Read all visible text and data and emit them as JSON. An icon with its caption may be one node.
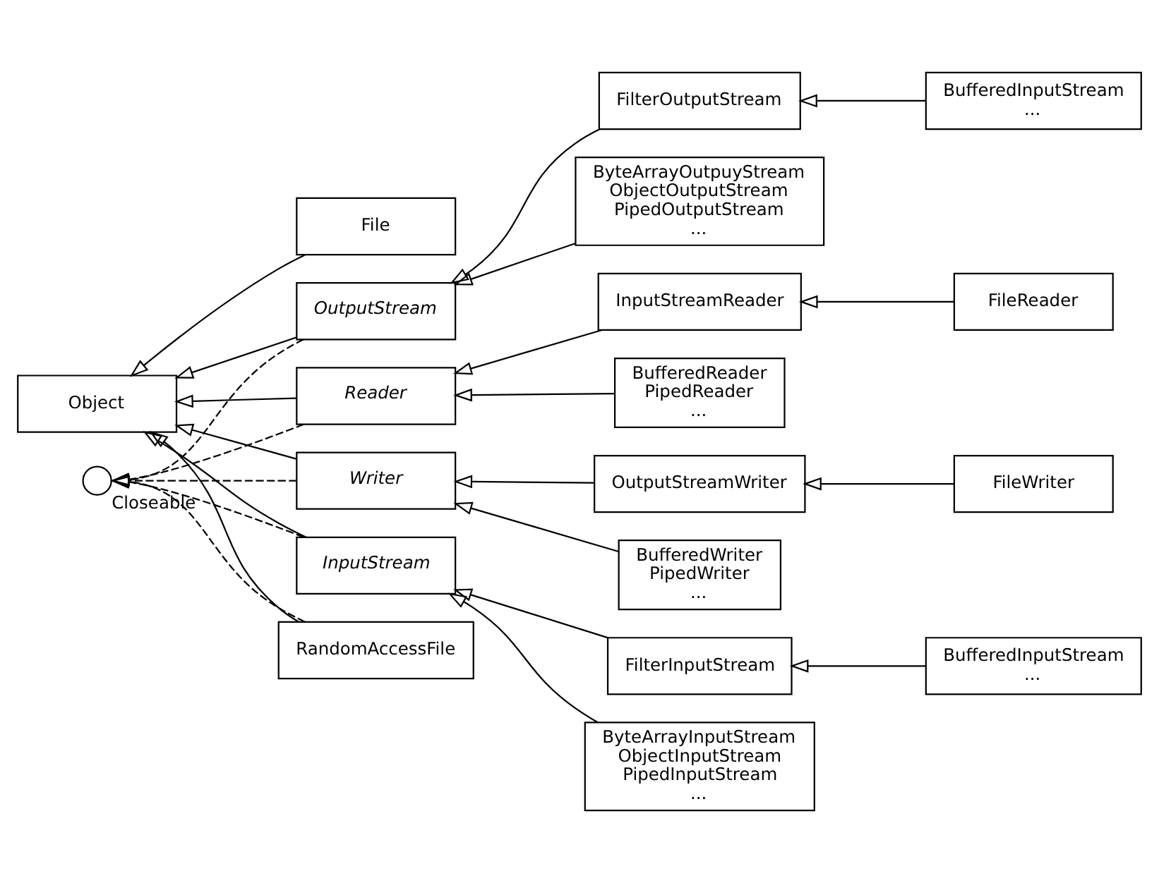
{
  "diagram": {
    "nodes": [
      {
        "text": [
          "Object"
        ]
      },
      {
        "text": [],
        "shape": "circle",
        "beside": [
          "Closeable"
        ]
      },
      {
        "text": [
          "File"
        ]
      },
      {
        "text": [
          "RandomAccessFile"
        ]
      },
      {
        "text": [
          "InputStream"
        ]
      },
      {
        "text": [
          "OutputStream"
        ]
      },
      {
        "text": [
          "Reader"
        ]
      },
      {
        "text": [
          "Writer"
        ]
      },
      {
        "text": [
          "FilterInputStream"
        ]
      },
      {
        "text": [
          "BufferedInputStream",
          "..."
        ]
      },
      {
        "text": [
          "ByteArrayInputStream",
          "ObjectInputStream",
          "PipedInputStream",
          "..."
        ]
      },
      {
        "text": [
          "FilterOutputStream"
        ]
      },
      {
        "text": [
          "BufferedInputStream",
          "..."
        ]
      },
      {
        "text": [
          "ByteArrayOutpuyStream",
          "ObjectOutputStream",
          "PipedOutputStream",
          "..."
        ]
      },
      {
        "text": [
          "InputStreamReader"
        ]
      },
      {
        "text": [
          "FileReader"
        ]
      },
      {
        "text": [
          "BufferedReader",
          "PipedReader",
          "..."
        ]
      },
      {
        "text": [
          "OutputStreamWriter"
        ]
      },
      {
        "text": [
          "FileWriter"
        ]
      },
      {
        "text": [
          "BufferedWriter",
          "PipedWriter",
          "..."
        ]
      }
    ],
    "edges": [
      {
        "from": 2,
        "to": 0,
        "arrow": "to"
      },
      {
        "from": 3,
        "to": 0,
        "arrow": "to"
      },
      {
        "from": 3,
        "to": 1,
        "arrow": "to",
        "style": "dashed"
      },
      {
        "from": 4,
        "to": 0,
        "arrow": "to"
      },
      {
        "from": 4,
        "to": 1,
        "arrow": "to",
        "style": "dashed"
      },
      {
        "from": 5,
        "to": 0,
        "arrow": "to"
      },
      {
        "from": 5,
        "to": 1,
        "arrow": "to",
        "style": "dashed"
      },
      {
        "from": 6,
        "to": 0,
        "arrow": "to"
      },
      {
        "from": 6,
        "to": 1,
        "arrow": "to",
        "style": "dashed"
      },
      {
        "from": 7,
        "to": 0,
        "arrow": "to"
      },
      {
        "from": 7,
        "to": 1,
        "arrow": "to",
        "style": "dashed"
      },
      {
        "from": 8,
        "to": 4,
        "arrow": "to"
      },
      {
        "from": 9,
        "to": 8,
        "arrow": "to"
      },
      {
        "from": 10,
        "to": 4,
        "arrow": "to"
      },
      {
        "from": 11,
        "to": 5,
        "arrow": "to"
      },
      {
        "from": 12,
        "to": 11,
        "arrow": "to"
      },
      {
        "from": 13,
        "to": 5,
        "arrow": "to"
      },
      {
        "from": 14,
        "to": 6,
        "arrow": "to"
      },
      {
        "from": 15,
        "to": 14,
        "arrow": "to"
      },
      {
        "from": 16,
        "to": 6,
        "arrow": "to"
      },
      {
        "from": 17,
        "to": 7,
        "arrow": "to"
      },
      {
        "from": 18,
        "to": 17,
        "arrow": "to"
      },
      {
        "from": 19,
        "to": 7,
        "arrow": "to"
      }
    ]
  }
}
